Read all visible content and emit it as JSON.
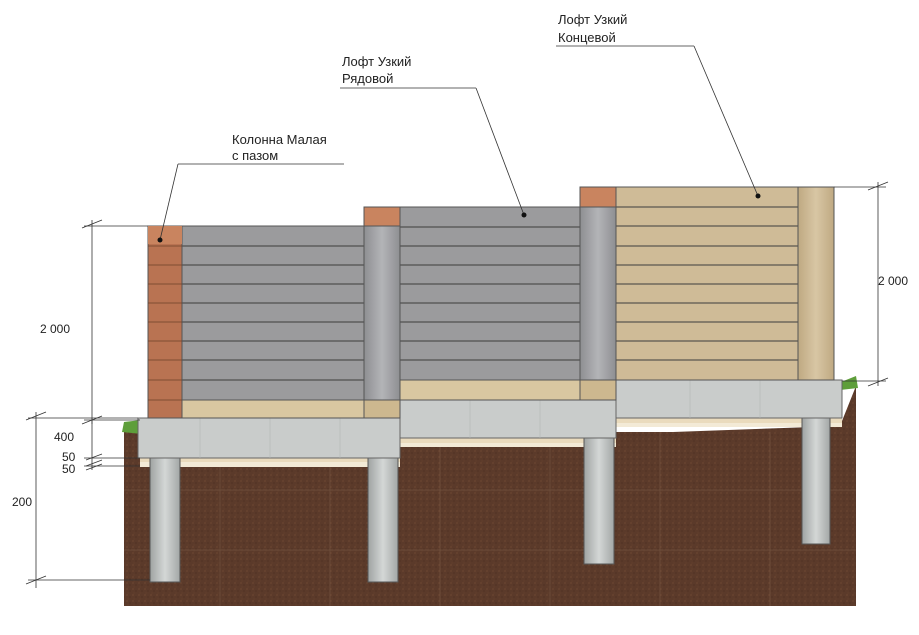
{
  "callouts": {
    "column": {
      "line1": "Колонна Малая",
      "line2": "с пазом"
    },
    "loft_row": {
      "line1": "Лофт Узкий",
      "line2": "Рядовой"
    },
    "loft_end": {
      "line1": "Лофт Узкий",
      "line2": "Концевой"
    }
  },
  "dimensions": {
    "left_fence_height": "2 000",
    "right_fence_height": "2 000",
    "foundation_height": "400",
    "layer_1": "50",
    "layer_2": "50",
    "pile_depth": "200"
  },
  "colors": {
    "soil": "#5b3a2a",
    "concrete": "#c9cccb",
    "pile": "#b8bcbb",
    "column_terracotta": "#b97352",
    "gray_panel": "#9b9b9d",
    "beige_panel": "#cfbb97",
    "sand_layer": "#eadbbd",
    "grass": "#5e9e3a"
  }
}
